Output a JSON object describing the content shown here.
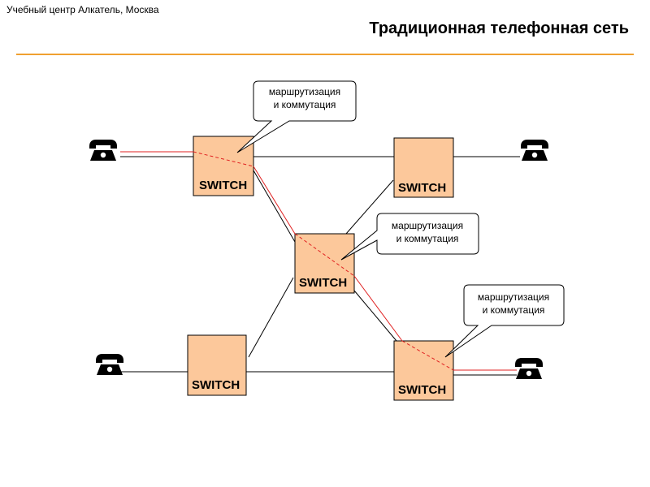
{
  "header": {
    "organization": "Учебный центр Алкатель, Москва",
    "title": "Традиционная телефонная сеть"
  },
  "colors": {
    "accent_rule": "#f0a030",
    "switch_fill": "#fcc89b",
    "route_line": "#e02020",
    "link_line": "#000000"
  },
  "diagram": {
    "switches": [
      {
        "id": "sw1",
        "label": "SWITCH"
      },
      {
        "id": "sw2",
        "label": "SWITCH"
      },
      {
        "id": "sw3",
        "label": "SWITCH"
      },
      {
        "id": "sw4",
        "label": "SWITCH"
      },
      {
        "id": "sw5",
        "label": "SWITCH"
      }
    ],
    "callouts": [
      {
        "line1": "маршрутизация",
        "line2": "и коммутация"
      },
      {
        "line1": "маршрутизация",
        "line2": "и коммутация"
      },
      {
        "line1": "маршрутизация",
        "line2": "и коммутация"
      }
    ],
    "phones": [
      {
        "id": "phone-top-left",
        "icon": "telephone-icon"
      },
      {
        "id": "phone-top-right",
        "icon": "telephone-icon"
      },
      {
        "id": "phone-bottom-left",
        "icon": "telephone-icon"
      },
      {
        "id": "phone-bottom-right",
        "icon": "telephone-icon"
      }
    ]
  }
}
